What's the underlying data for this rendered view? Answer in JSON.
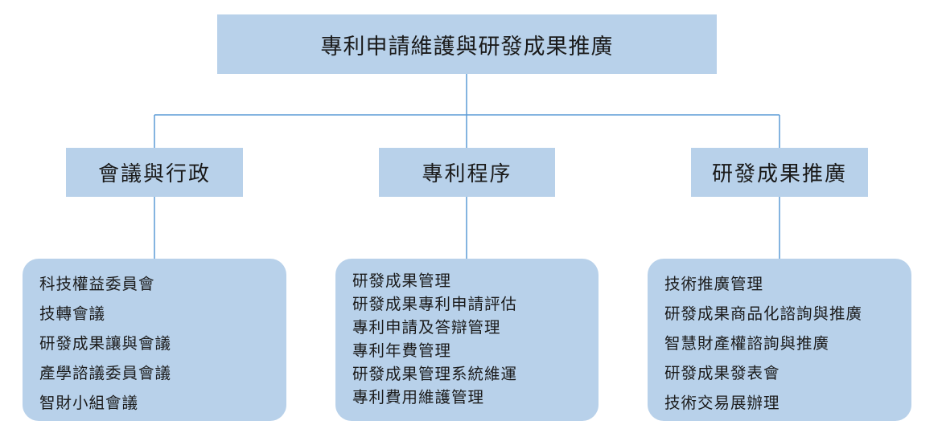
{
  "root": {
    "title": "專利申請維護與研發成果推廣"
  },
  "categories": [
    {
      "title": "會議與行政",
      "items": [
        "科技權益委員會",
        "技轉會議",
        "研發成果讓與會議",
        "產學諮議委員會議",
        "智財小組會議"
      ]
    },
    {
      "title": "專利程序",
      "items": [
        "研發成果管理",
        "研發成果專利申請評估",
        "專利申請及答辯管理",
        "專利年費管理",
        "研發成果管理系統維運",
        "專利費用維護管理"
      ]
    },
    {
      "title": "研發成果推廣",
      "items": [
        "技術推廣管理",
        "研發成果商品化諮詢與推廣",
        "智慧財產權諮詢與推廣",
        "研發成果發表會",
        "技術交易展辦理"
      ]
    }
  ],
  "colors": {
    "box_fill": "#b8d1ea",
    "connector": "#5b9bd5",
    "text": "#1a1a1a"
  }
}
